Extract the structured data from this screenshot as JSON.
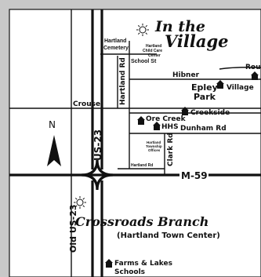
{
  "labels": {
    "in_the": "In the",
    "village": "Village",
    "hartland_cemetery_1": "Hartland",
    "hartland_cemetery_2": "Cemetery",
    "child_care_1": "Hartland",
    "child_care_2": "Child Care",
    "child_care_3": "Center",
    "school_st": "School St",
    "hartland_rd": "Hartland Rd",
    "hibner": "Hibner",
    "round": "Roun",
    "epley": "Epley",
    "park": "Park",
    "village_building": "Village",
    "crouse": "Crouse",
    "creekside": "Creekside",
    "ore_creek": "Ore Creek",
    "hhs": "HHS",
    "dunham_rd": "Dunham Rd",
    "us23": "US-23",
    "township_1": "Hartland",
    "township_2": "Township",
    "township_3": "Offices",
    "clark_rd": "Clark Rd",
    "hartland_rd_small": "Hartland Rd",
    "m59": "M-59",
    "old_us23": "Old US-23",
    "crossroads_branch": "Crossroads Branch",
    "town_center": "(Hartland Town Center)",
    "farms_lakes_1": "Farms & Lakes",
    "farms_lakes_2": "Schools",
    "north": "N"
  },
  "icons": [
    "library-icon",
    "building-icon",
    "compass-arrow-icon"
  ],
  "colors": {
    "background": "#c8c8c8",
    "map": "#ffffff",
    "ink": "#111111"
  }
}
